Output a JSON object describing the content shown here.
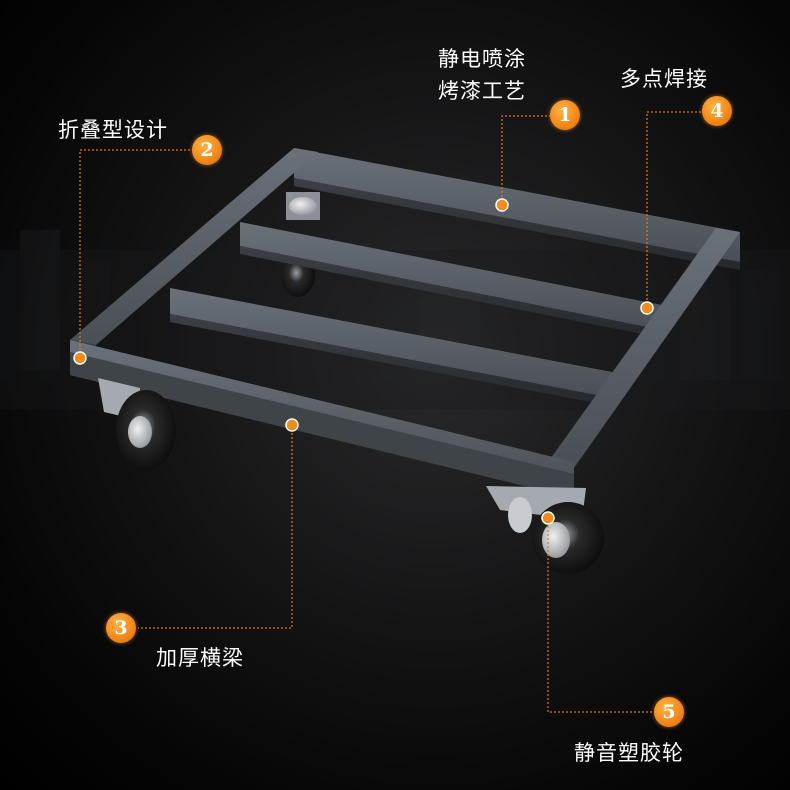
{
  "callouts": [
    {
      "number": "1",
      "text_line1": "静电喷涂",
      "text_line2": "烤漆工艺"
    },
    {
      "number": "2",
      "text": "折叠型设计"
    },
    {
      "number": "3",
      "text": "加厚横梁"
    },
    {
      "number": "4",
      "text": "多点焊接"
    },
    {
      "number": "5",
      "text": "静音塑胶轮"
    }
  ],
  "colors": {
    "background": "#000000",
    "frame": "#4a4f55",
    "badge": "#f28a1c",
    "leader_line": "#e07a18",
    "text": "#ffffff"
  },
  "icons": [
    "caster-wheel-icon"
  ]
}
